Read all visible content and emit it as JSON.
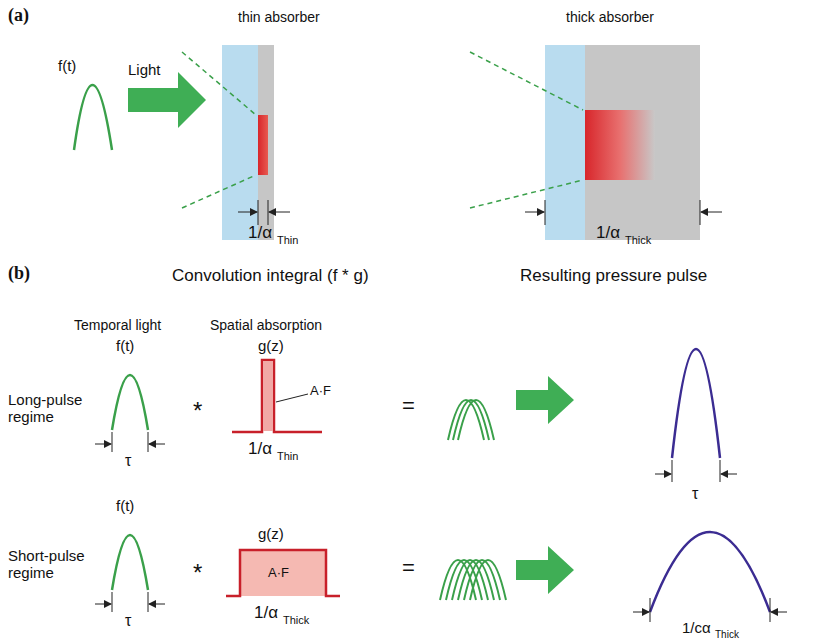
{
  "diagram": {
    "labels": [
      "(a)",
      "thin absorber",
      "thick absorber",
      "f(t)",
      "Light",
      "1/α",
      "Thin",
      "1/α",
      "Thick",
      "(b)",
      "Convolution integral (f * g)",
      "Resulting pressure pulse",
      "Temporal light",
      "Spatial absorption",
      "Long-pulse regime",
      "f(t)",
      "τ",
      "*",
      "g(z)",
      "A·F",
      "1/α",
      "Thin",
      "=",
      "τ",
      "Short-pulse regime",
      "f(t)",
      "τ",
      "*",
      "g(z)",
      "A·F",
      "1/α",
      "Thick",
      "=",
      "1/cα",
      "Thick"
    ]
  }
}
